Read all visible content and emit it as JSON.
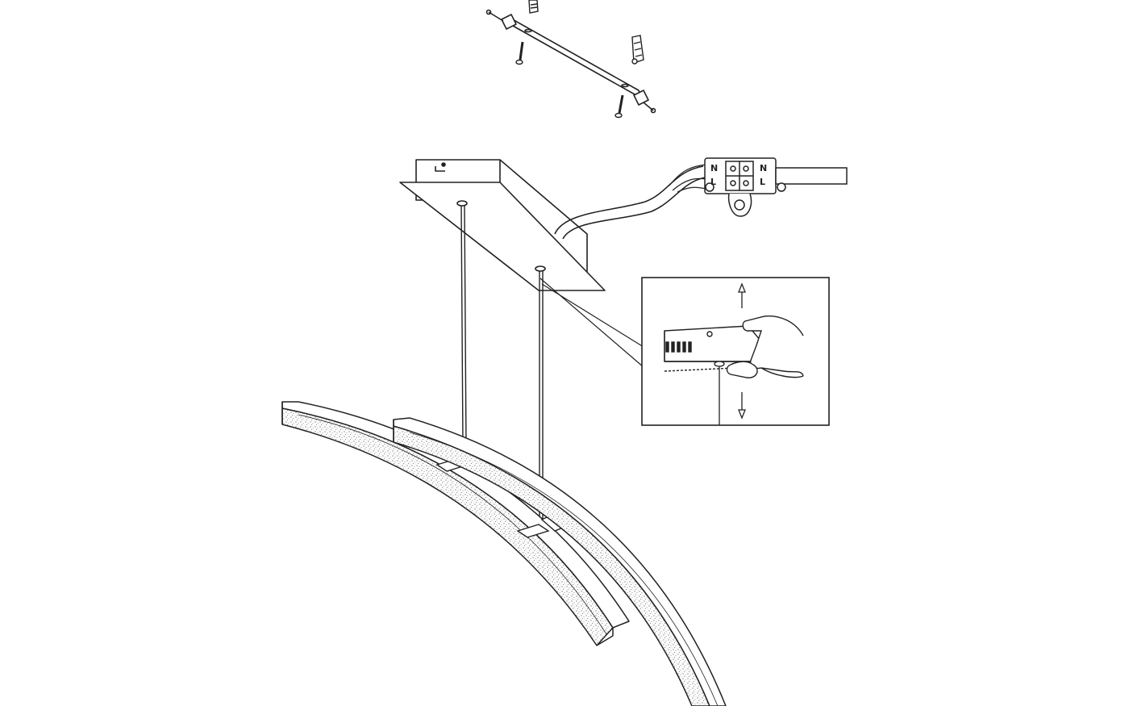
{
  "diagram": {
    "kind": "assembly-instruction",
    "line_color": "#222222",
    "background": "#ffffff",
    "terminal_block": {
      "left_labels": [
        "N",
        "L"
      ],
      "right_labels": [
        "N",
        "L"
      ]
    },
    "icons": [
      "mounting-bracket-icon",
      "wall-plug-icon",
      "screw-icon",
      "canopy-icon",
      "terminal-block-icon",
      "suspension-wire-icon",
      "hand-icon",
      "arrow-up-icon",
      "arrow-down-icon",
      "led-bar-icon"
    ]
  }
}
